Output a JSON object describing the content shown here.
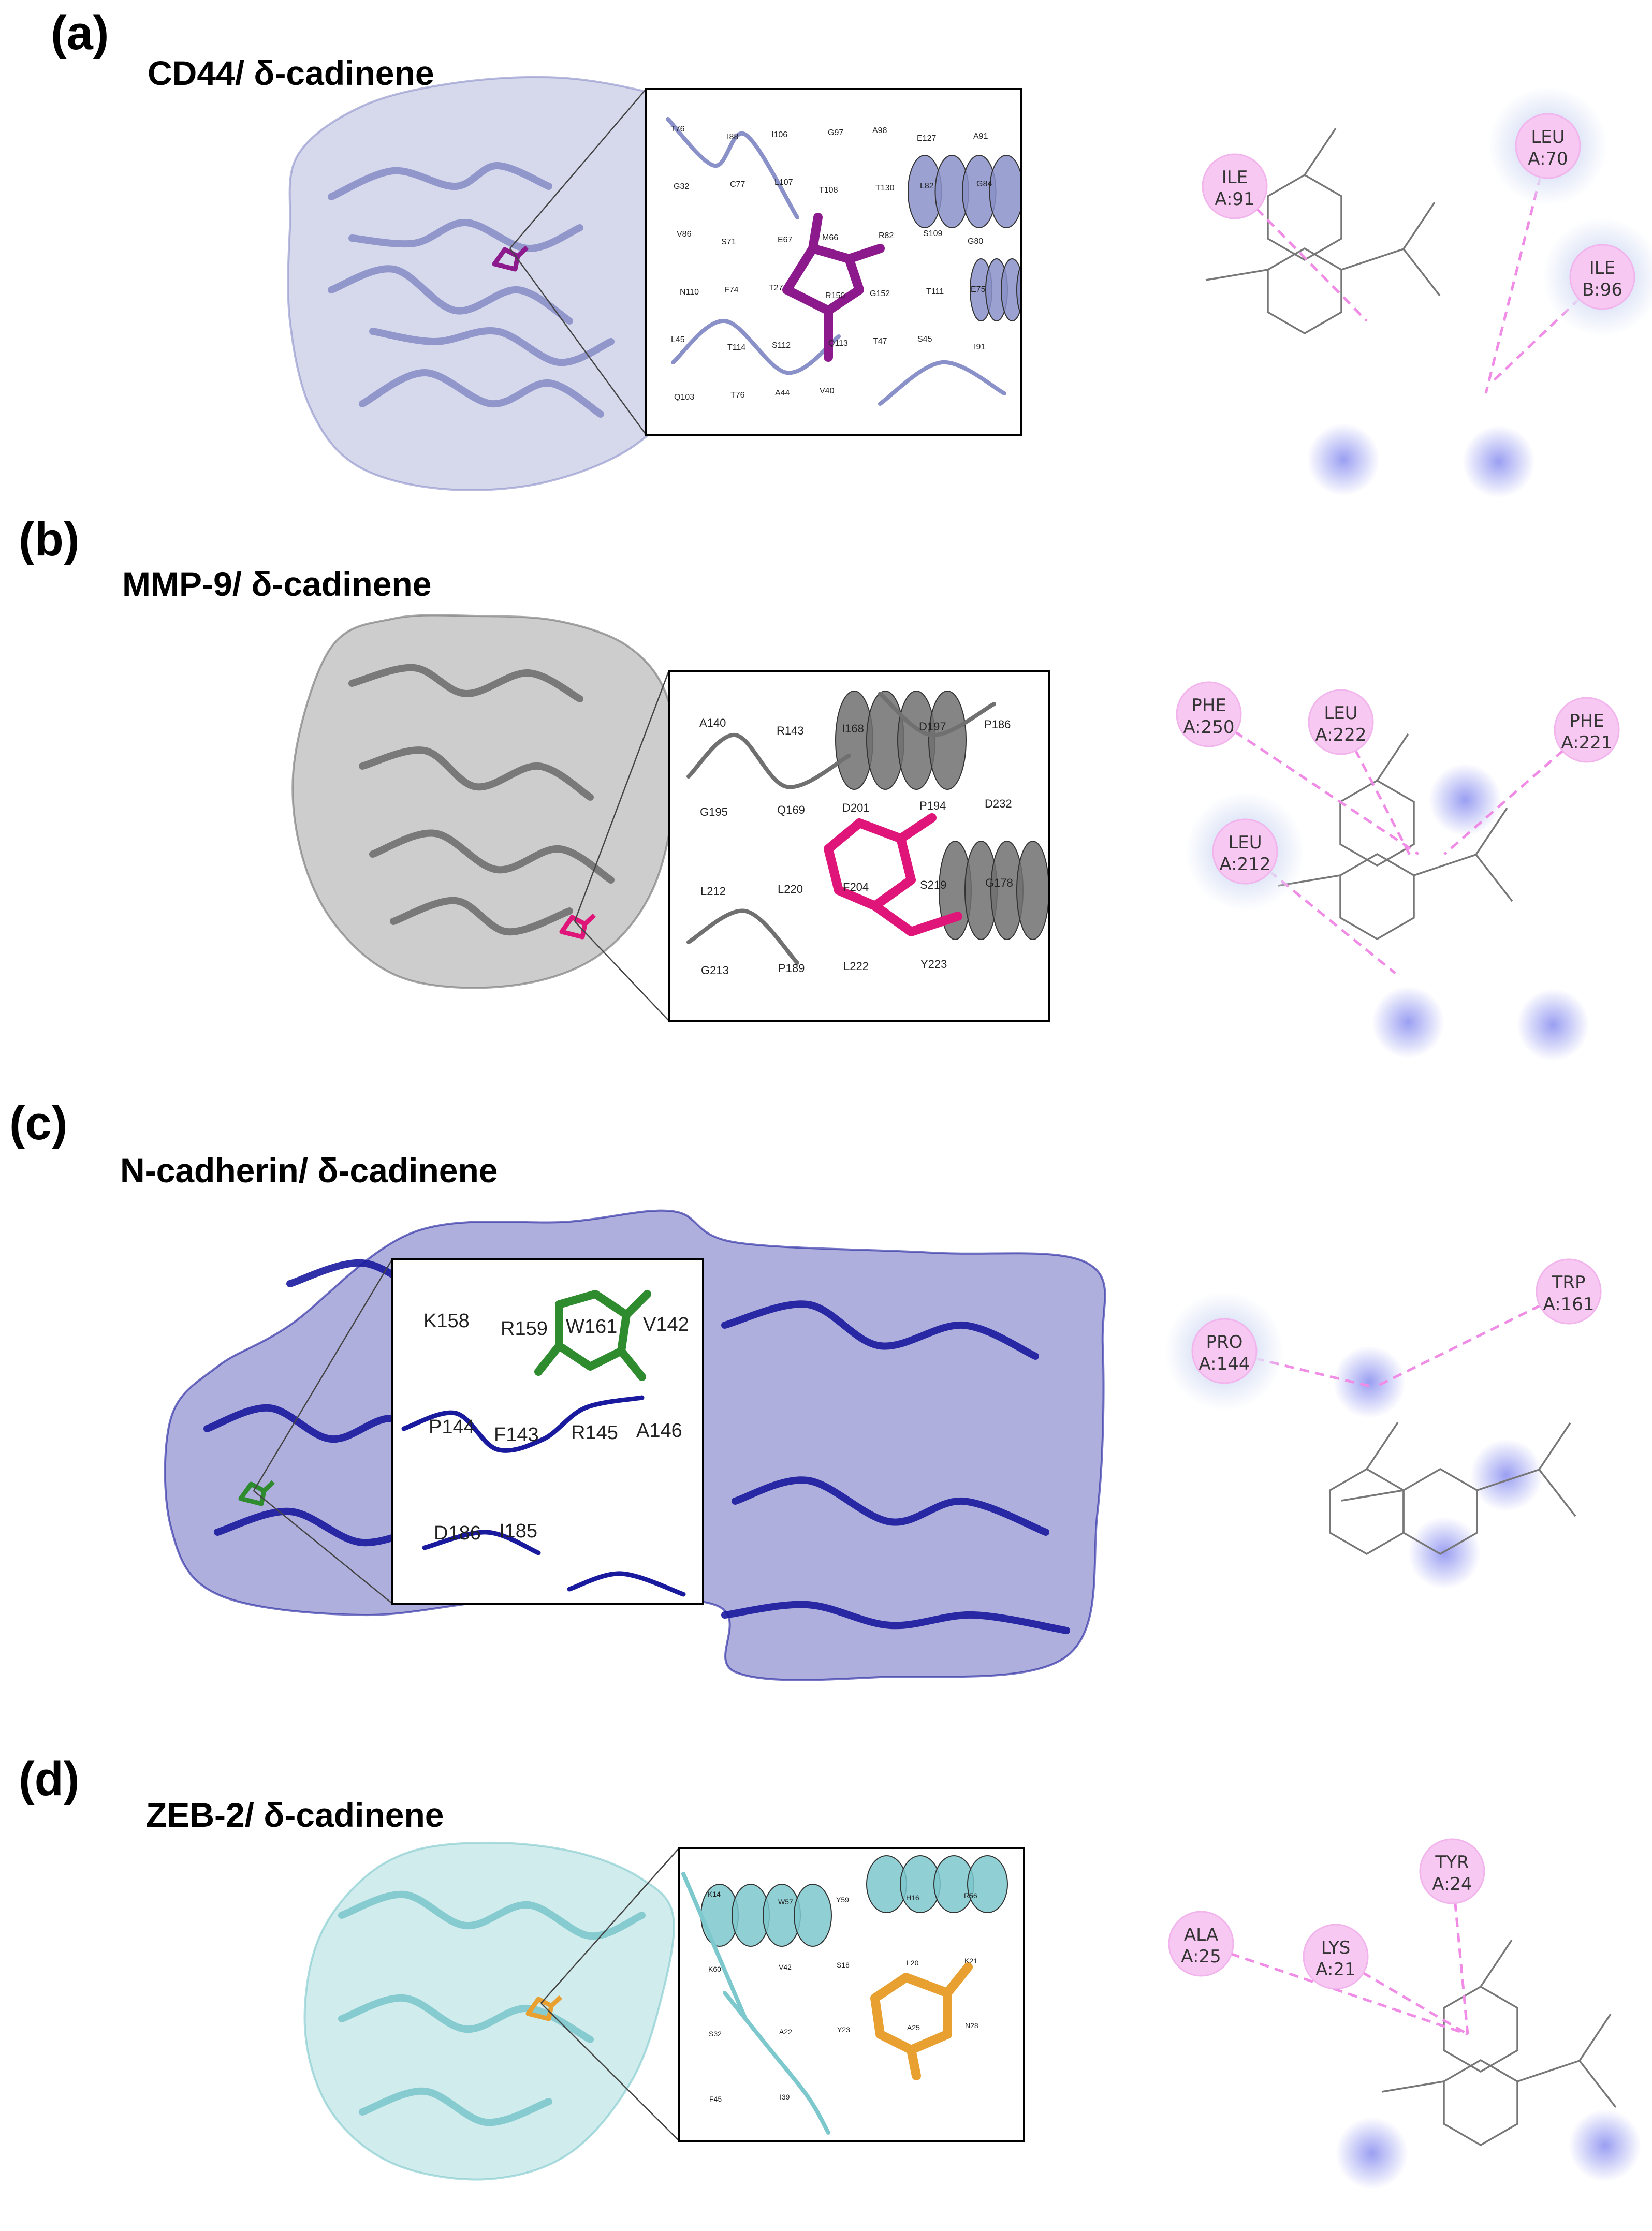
{
  "panels": [
    {
      "label": "(a)",
      "title": "CD44/ δ-cadinene",
      "protein_color": "#8a90c8",
      "ligand_color": "#8c1a8c",
      "inset_residues": [
        "T76",
        "I88",
        "I106",
        "G97",
        "A98",
        "E127",
        "A91",
        "G32",
        "C77",
        "L107",
        "T108",
        "T130",
        "L82",
        "G84",
        "V86",
        "S71",
        "E67",
        "M66",
        "R82",
        "S109",
        "G80",
        "N110",
        "F74",
        "T27",
        "R150",
        "G152",
        "T111",
        "E75",
        "L45",
        "T114",
        "S112",
        "Q113",
        "T47",
        "S45",
        "I91",
        "Q103",
        "T76",
        "A44",
        "V40"
      ],
      "interactions": [
        {
          "name": "ILE",
          "pos": "A:91"
        },
        {
          "name": "LEU",
          "pos": "A:70"
        },
        {
          "name": "ILE",
          "pos": "B:96"
        }
      ]
    },
    {
      "label": "(b)",
      "title": "MMP-9/ δ-cadinene",
      "protein_color": "#707070",
      "ligand_color": "#e0157a",
      "inset_residues": [
        "A140",
        "R143",
        "I168",
        "D197",
        "P186",
        "G195",
        "Q169",
        "D201",
        "P194",
        "D232",
        "L212",
        "L220",
        "F204",
        "S219",
        "G178",
        "G213",
        "P189",
        "L222",
        "Y223"
      ],
      "interactions": [
        {
          "name": "PHE",
          "pos": "A:250"
        },
        {
          "name": "LEU",
          "pos": "A:222"
        },
        {
          "name": "PHE",
          "pos": "A:221"
        },
        {
          "name": "LEU",
          "pos": "A:212"
        }
      ]
    },
    {
      "label": "(c)",
      "title": "N-cadherin/ δ-cadinene",
      "protein_color": "#1a1a9e",
      "ligand_color": "#2e8b2e",
      "inset_residues": [
        "K158",
        "R159",
        "W161",
        "V142",
        "P144",
        "F143",
        "R145",
        "A146",
        "D186",
        "I185"
      ],
      "interactions": [
        {
          "name": "PRO",
          "pos": "A:144"
        },
        {
          "name": "TRP",
          "pos": "A:161"
        }
      ]
    },
    {
      "label": "(d)",
      "title": "ZEB-2/ δ-cadinene",
      "protein_color": "#7cc8cc",
      "ligand_color": "#e8a030",
      "inset_residues": [
        "K14",
        "W57",
        "Y59",
        "H16",
        "R56",
        "K60",
        "V42",
        "S18",
        "L20",
        "K21",
        "S32",
        "A22",
        "Y23",
        "A25",
        "N28",
        "F45",
        "I39"
      ],
      "interactions": [
        {
          "name": "TYR",
          "pos": "A:24"
        },
        {
          "name": "ALA",
          "pos": "A:25"
        },
        {
          "name": "LYS",
          "pos": "A:21"
        }
      ]
    }
  ]
}
